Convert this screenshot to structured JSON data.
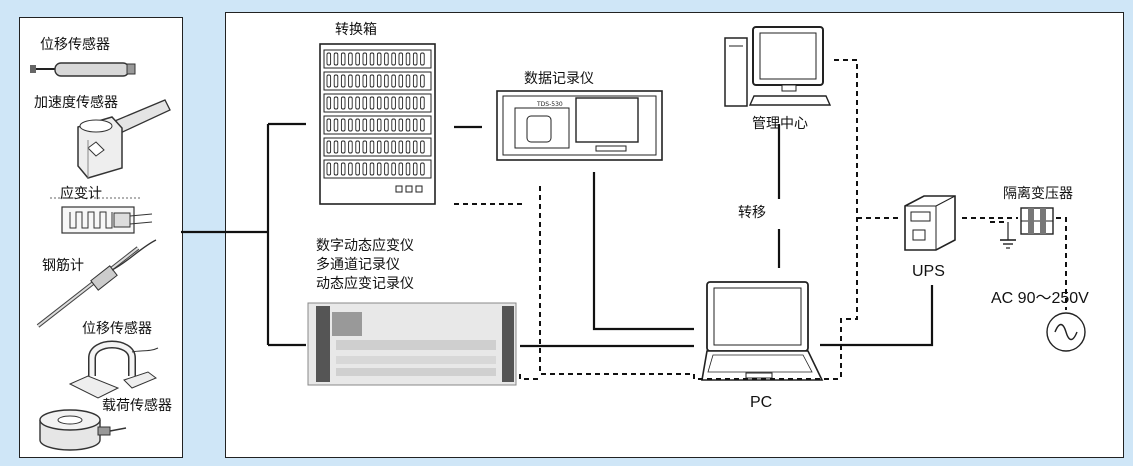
{
  "sensors_panel": {
    "displacement_sensor": "位移传感器",
    "acceleration_sensor": "加速度传感器",
    "strain_gauge": "应变计",
    "rebar_gauge": "钢筋计",
    "displacement_sensor_2": "位移传感器",
    "load_sensor": "载荷传感器"
  },
  "system_panel": {
    "switch_box": "转换箱",
    "data_logger": "数据记录仪",
    "data_logger_model": "TDS-530",
    "management_center": "管理中心",
    "transfer": "转移",
    "multichannel_lines": [
      "数字动态应变仪",
      "多通道记录仪",
      "动态应变记录仪"
    ],
    "pc": "PC",
    "ups": "UPS",
    "isolation_transformer": "隔离变压器",
    "ac_power": "AC 90～250V"
  },
  "colors": {
    "background": "#cfe6f7",
    "panel": "#ffffff",
    "line": "#111111"
  }
}
